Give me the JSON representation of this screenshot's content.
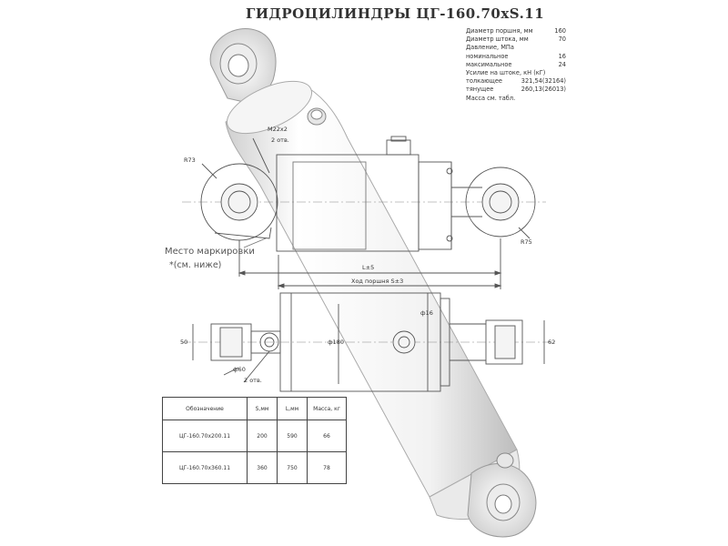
{
  "title": "ГИДРОЦИЛИНДРЫ ЦГ-160.70xS.11",
  "specs": [
    {
      "label": "Диаметр поршня, мм",
      "value": "160"
    },
    {
      "label": "Диаметр штока, мм",
      "value": "70"
    },
    {
      "label": "Давление, МПа",
      "value": ""
    },
    {
      "label": "номинальное",
      "value": "16"
    },
    {
      "label": "максимальное",
      "value": "24"
    },
    {
      "label": "Усилие на штоке, кН (кГ)",
      "value": ""
    },
    {
      "label": "толкающее",
      "value": "321,54(32164)"
    },
    {
      "label": "тянущее",
      "value": "260,13(26013)"
    },
    {
      "label": "Масса см. табл.",
      "value": ""
    }
  ],
  "annotations": {
    "marking_place": "Место маркировки",
    "marking_note": "*(см. ниже)",
    "thread_port": "М22х2",
    "holes_top": "2 отв.",
    "holes_bottom": "2 отв.",
    "left_eye_radius": "R73",
    "right_eye_radius": "R75",
    "length_dim": "L±5",
    "stroke_dim": "Ход поршня S±3",
    "eye_width_left": "50",
    "eye_width_right": "62",
    "pin_bore": "ф60",
    "body_dia": "ф180",
    "port_dim": "ф16"
  },
  "table": {
    "headers": [
      "Обозначение",
      "S,мм",
      "L,мм",
      "Масса, кг"
    ],
    "rows": [
      [
        "ЦГ-160.70х200.11",
        "200",
        "590",
        "66"
      ],
      [
        "ЦГ-160.70х360.11",
        "360",
        "750",
        "78"
      ]
    ]
  }
}
